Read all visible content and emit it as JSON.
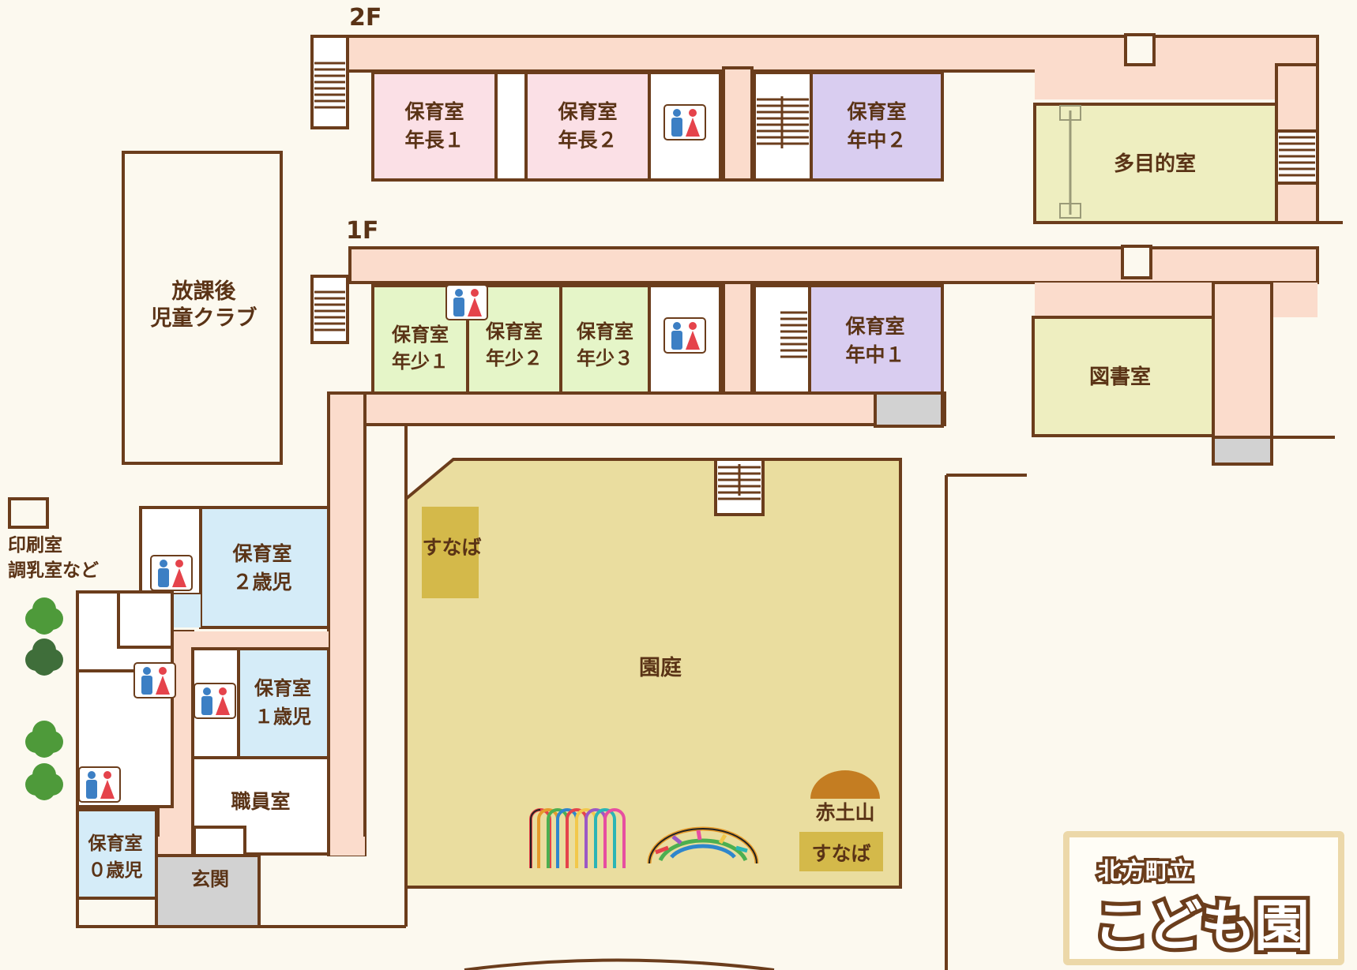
{
  "floors": {
    "second": "2F",
    "first": "1F"
  },
  "rooms": {
    "nencho1": {
      "line1": "保育室",
      "line2": "年長１"
    },
    "nencho2": {
      "line1": "保育室",
      "line2": "年長２"
    },
    "nenchu2": {
      "line1": "保育室",
      "line2": "年中２"
    },
    "tamokuteki": "多目的室",
    "houkago": {
      "line1": "放課後",
      "line2": "児童クラブ"
    },
    "nensho1": {
      "line1": "保育室",
      "line2": "年少１"
    },
    "nensho2": {
      "line1": "保育室",
      "line2": "年少２"
    },
    "nensho3": {
      "line1": "保育室",
      "line2": "年少３"
    },
    "nenchu1": {
      "line1": "保育室",
      "line2": "年中１"
    },
    "toshoshitsu": "図書室",
    "insatsu": {
      "line1": "印刷室",
      "line2": "調乳室など"
    },
    "nisaiji": {
      "line1": "保育室",
      "line2": "２歳児"
    },
    "issaiji": {
      "line1": "保育室",
      "line2": "１歳児"
    },
    "shokuinshitsu": "職員室",
    "zerosaiji": {
      "line1": "保育室",
      "line2": "０歳児"
    },
    "genkan": "玄関"
  },
  "yard": {
    "entei": "園庭",
    "sunaba_top": "すなば",
    "akatsuchiyama": "赤土山",
    "sunaba_bottom": "すなば"
  },
  "logo": {
    "org": "北方町立",
    "name": "こども園"
  },
  "colors": {
    "background": "#fcf9ef",
    "corridor": "#fbdccc",
    "room_nencho": "#fbe0e6",
    "room_nenchu": "#d9cdf0",
    "room_nensho": "#e5f5c8",
    "room_multi": "#eeeec0",
    "room_infant": "#d5ecf8",
    "yard": "#eadd9f",
    "sandbox": "#d4b94a",
    "entrance": "#d2d2d2",
    "wall": "#6b3d1c",
    "restroom_male": "#3c7fc4",
    "restroom_female": "#e5434b"
  }
}
